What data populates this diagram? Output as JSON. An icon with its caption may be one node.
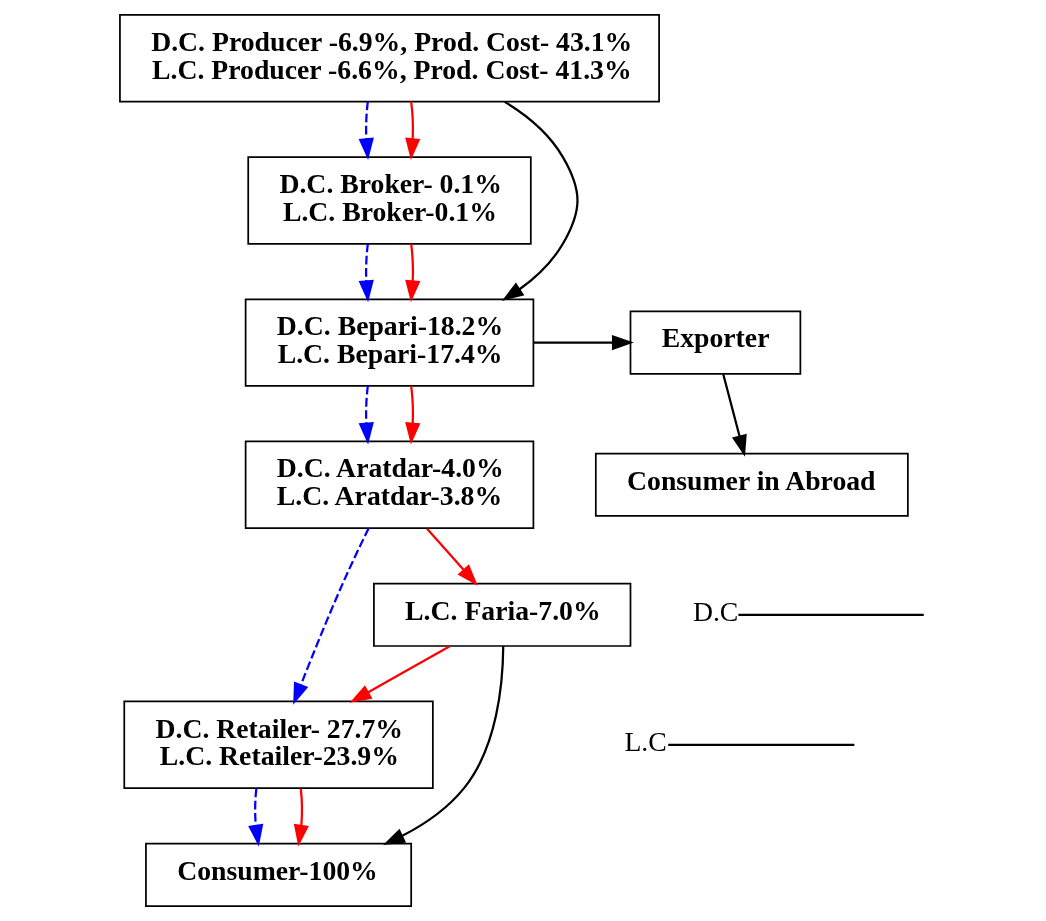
{
  "diagram": {
    "nodes": [
      {
        "text": [
          "D.C. Producer -6.9%, Prod. Cost- 43.1%",
          "L.C. Producer -6.6%, Prod. Cost- 41.3%"
        ]
      },
      {
        "text": [
          "D.C. Broker- 0.1%",
          "L.C. Broker-0.1%"
        ]
      },
      {
        "text": [
          "D.C. Bepari-18.2%",
          "L.C. Bepari-17.4%"
        ]
      },
      {
        "text": [
          "Exporter"
        ]
      },
      {
        "text": [
          "D.C. Aratdar-4.0%",
          "L.C. Aratdar-3.8%"
        ]
      },
      {
        "text": [
          "Consumer in Abroad"
        ]
      },
      {
        "text": [
          "L.C. Faria-7.0%"
        ]
      },
      {
        "text": [
          "D.C. Retailer- 27.7%",
          "L.C. Retailer-23.9%"
        ]
      },
      {
        "text": [
          "Consumer-100%"
        ]
      },
      {
        "text": [
          "D.C"
        ]
      },
      {
        "text": [
          "L.C"
        ]
      }
    ],
    "edges": [
      {
        "from": 0,
        "to": 1,
        "arrow": "to",
        "style": "dashed",
        "color": "#0000ff"
      },
      {
        "from": 0,
        "to": 1,
        "arrow": "to",
        "color": "#ff0000"
      },
      {
        "from": 0,
        "to": 2,
        "arrow": "to",
        "color": "#000000"
      },
      {
        "from": 1,
        "to": 2,
        "arrow": "to",
        "style": "dashed",
        "color": "#0000ff"
      },
      {
        "from": 1,
        "to": 2,
        "arrow": "to",
        "color": "#ff0000"
      },
      {
        "from": 2,
        "to": 3,
        "arrow": "to",
        "color": "#000000"
      },
      {
        "from": 3,
        "to": 5,
        "arrow": "to",
        "color": "#000000"
      },
      {
        "from": 2,
        "to": 4,
        "arrow": "to",
        "style": "dashed",
        "color": "#0000ff"
      },
      {
        "from": 2,
        "to": 4,
        "arrow": "to",
        "color": "#ff0000"
      },
      {
        "from": 4,
        "to": 7,
        "arrow": "to",
        "style": "dashed",
        "color": "#0000ff"
      },
      {
        "from": 4,
        "to": 6,
        "arrow": "to",
        "color": "#ff0000"
      },
      {
        "from": 6,
        "to": 7,
        "arrow": "to",
        "color": "#ff0000"
      },
      {
        "from": 6,
        "to": 8,
        "arrow": "to",
        "color": "#000000"
      },
      {
        "from": 7,
        "to": 8,
        "arrow": "to",
        "style": "dashed",
        "color": "#0000ff"
      },
      {
        "from": 7,
        "to": 8,
        "arrow": "to",
        "color": "#ff0000"
      },
      {
        "from": 9,
        "to": null,
        "arrow": "none",
        "color": "#000000"
      },
      {
        "from": 10,
        "to": null,
        "arrow": "none",
        "color": "#000000"
      }
    ]
  }
}
